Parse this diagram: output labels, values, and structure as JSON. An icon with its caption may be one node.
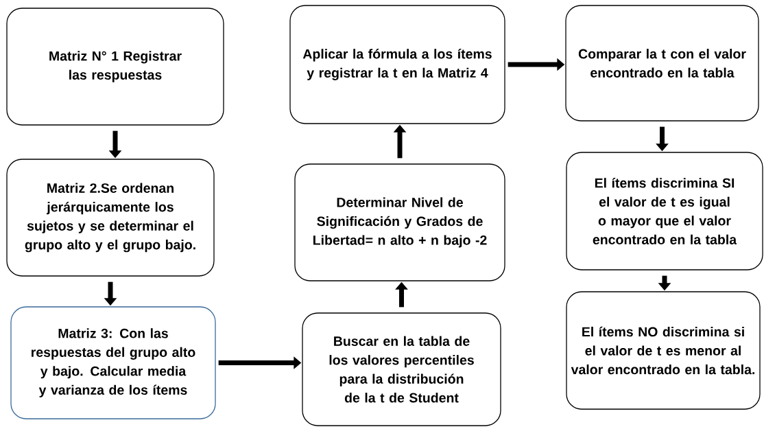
{
  "diagram": {
    "nodes": [
      {
        "text": [
          "Matriz N° 1 Registrar las respuestas"
        ]
      },
      {
        "text": [
          "Matriz 2.Se ordenan jerárquicamente los sujetos y se determinar el grupo alto y el grupo bajo."
        ]
      },
      {
        "text": [
          "Matriz 3: Con las respuestas del grupo alto y bajo. Calcular media y varianza de los ítems"
        ]
      },
      {
        "text": [
          "Buscar en la tabla de los valores percentiles para la distribución de la t de Student"
        ]
      },
      {
        "text": [
          "Determinar Nivel de Significación y Grados de Libertad= n alto + n bajo -2"
        ]
      },
      {
        "text": [
          "Aplicar la fórmula a los ítems y registrar la t en la Matriz 4"
        ]
      },
      {
        "text": [
          "Comparar la t con el valor encontrado en la tabla"
        ]
      },
      {
        "text": [
          "El ítems discrimina SI el valor de t es igual o mayor que el valor encontrado en la tabla"
        ]
      },
      {
        "text": [
          "El ítems NO discrimina si el valor de t es menor al valor encontrado en la tabla."
        ]
      }
    ],
    "edges": [
      {
        "from": 0,
        "to": 1,
        "arrow": "to"
      },
      {
        "from": 1,
        "to": 2,
        "arrow": "to"
      },
      {
        "from": 2,
        "to": 3,
        "arrow": "to"
      },
      {
        "from": 3,
        "to": 4,
        "arrow": "to"
      },
      {
        "from": 4,
        "to": 5,
        "arrow": "to"
      },
      {
        "from": 5,
        "to": 6,
        "arrow": "to"
      },
      {
        "from": 6,
        "to": 7,
        "arrow": "to"
      },
      {
        "from": 7,
        "to": 8,
        "arrow": "to"
      }
    ]
  }
}
